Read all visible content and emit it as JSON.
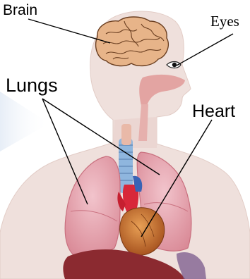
{
  "labels": {
    "brain": "Brain",
    "eyes": "Eyes",
    "lungs": "Lungs",
    "heart": "Heart"
  },
  "colors": {
    "skin": "#efe0dc",
    "lung": "#e7a7b2",
    "lung_dark": "#c9707f",
    "brain": "#e7b489",
    "heart": "#c8722e",
    "liver": "#8b2a30",
    "trachea": "#8fb6de",
    "vessel": "#d8283a",
    "airway": "#e3a4a2",
    "leader_line": "#000000"
  }
}
